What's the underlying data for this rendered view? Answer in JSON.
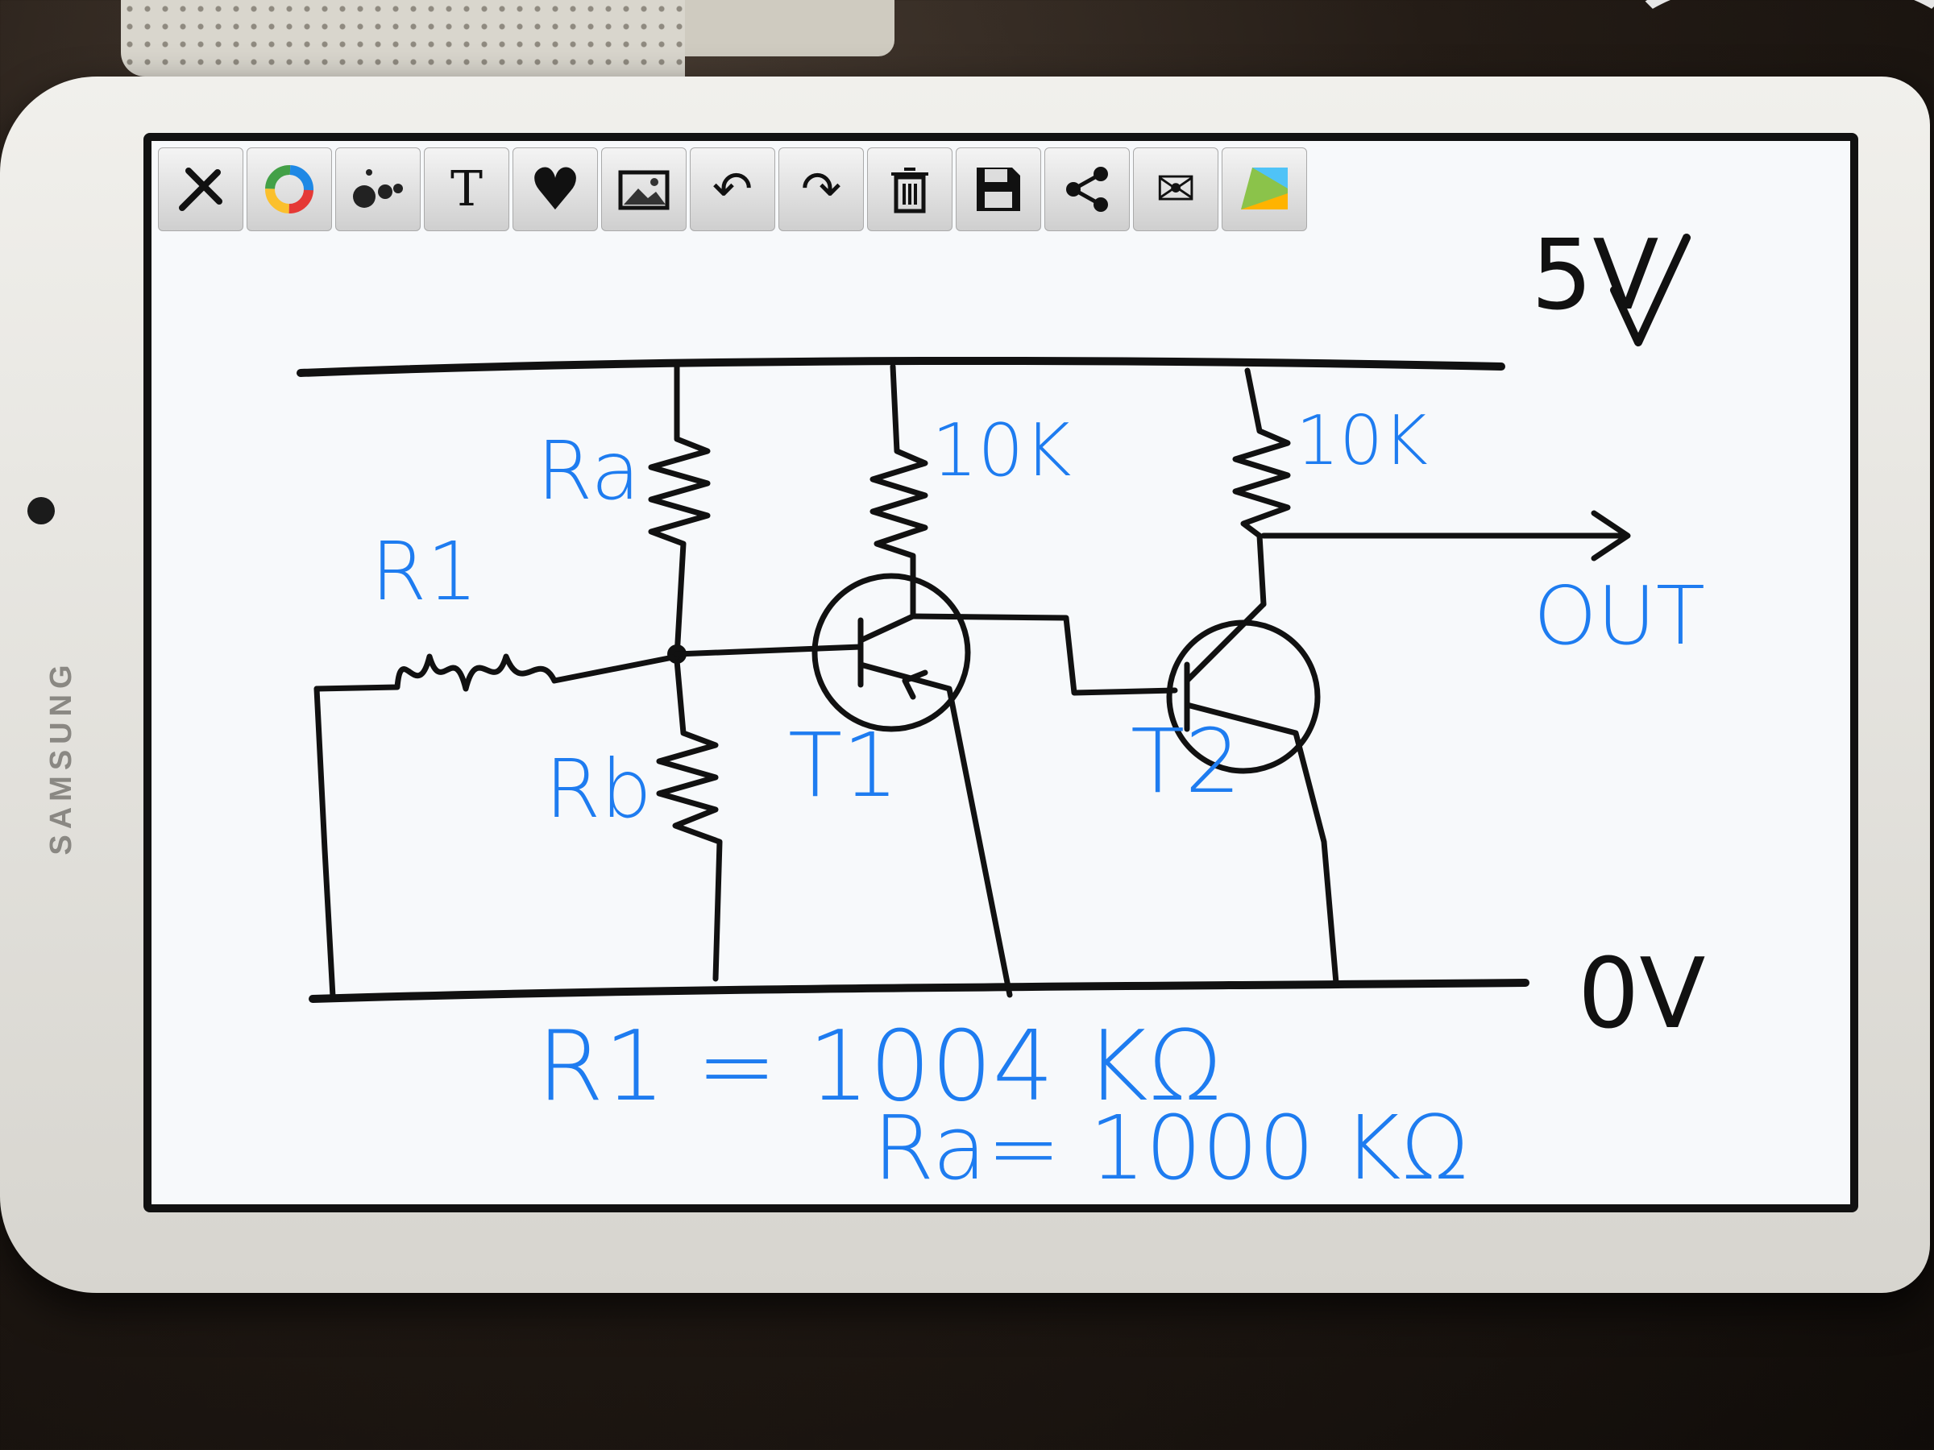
{
  "device": {
    "brand": "SAMSUNG"
  },
  "toolbar": {
    "tools": [
      {
        "name": "tools-icon"
      },
      {
        "name": "color-wheel-icon"
      },
      {
        "name": "brush-size-icon"
      },
      {
        "name": "text-tool-icon",
        "glyph": "T"
      },
      {
        "name": "heart-shape-icon",
        "glyph": "♥"
      },
      {
        "name": "image-icon"
      },
      {
        "name": "undo-icon",
        "glyph": "↶"
      },
      {
        "name": "redo-icon",
        "glyph": "↷"
      },
      {
        "name": "trash-icon"
      },
      {
        "name": "save-icon"
      },
      {
        "name": "share-icon"
      },
      {
        "name": "mail-icon",
        "glyph": "✉"
      },
      {
        "name": "paper-app-icon"
      }
    ]
  },
  "sketch": {
    "supply_label": "5V",
    "ground_label": "0V",
    "out_label": "OUT",
    "r1_label": "R1",
    "ra_label": "Ra",
    "rb_label": "Rb",
    "resistor_t1_label": "10K",
    "resistor_t2_label": "10K",
    "t1_label": "T1",
    "t2_label": "T2",
    "eq_r1": "R1 = 1004 KΩ",
    "eq_ra": "Ra= 1000 KΩ"
  },
  "colors": {
    "ink_blue": "#1e7cf0",
    "ink_black": "#111111",
    "screen": "#f7f9fb"
  }
}
